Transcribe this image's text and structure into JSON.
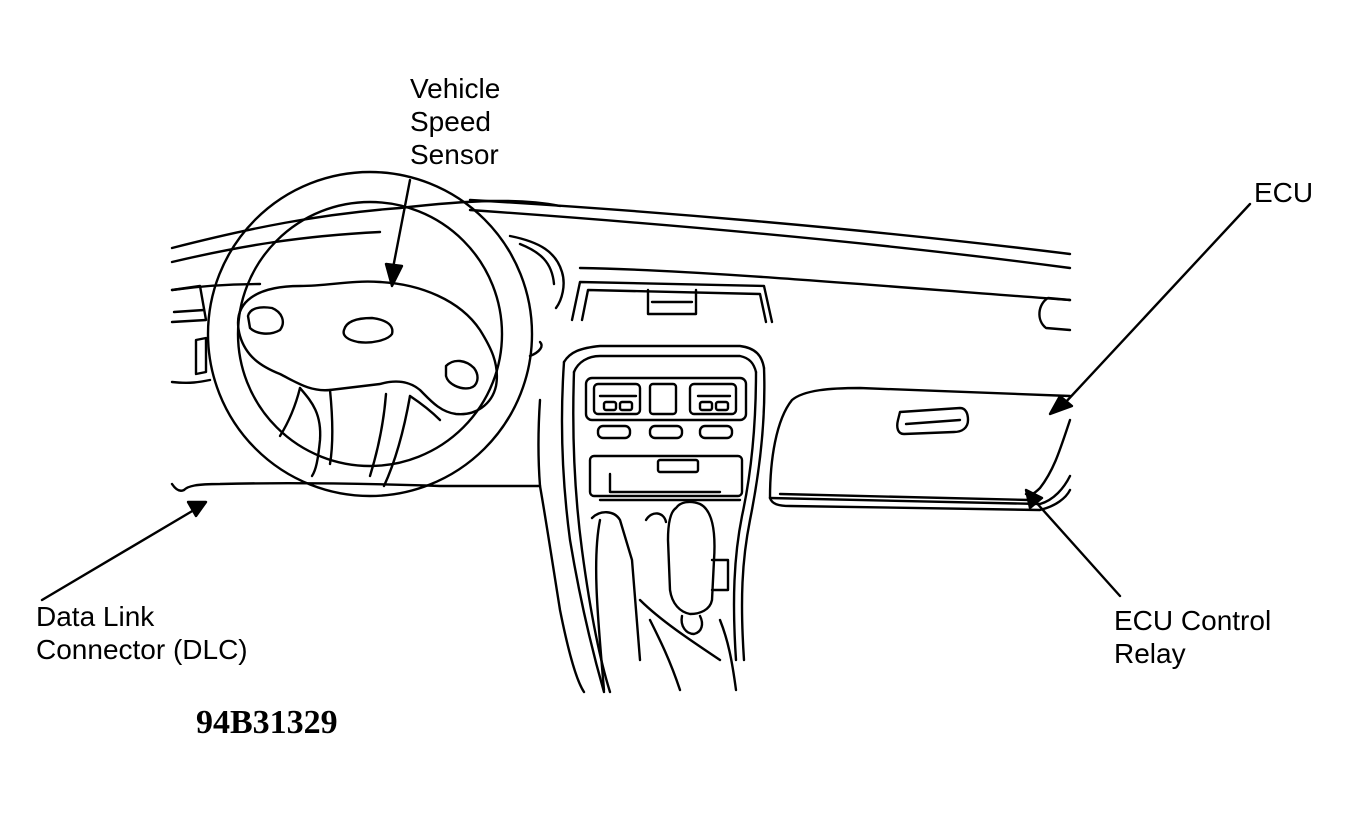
{
  "labels": {
    "vehicle_speed_sensor": [
      "Vehicle",
      "Speed",
      "Sensor"
    ],
    "ecu": [
      "ECU"
    ],
    "data_link_connector": [
      "Data Link",
      "Connector (DLC)"
    ],
    "ecu_control_relay": [
      "ECU Control",
      "Relay"
    ]
  },
  "figure_code": "94B31329",
  "colors": {
    "line": "#000000",
    "background": "#ffffff"
  }
}
